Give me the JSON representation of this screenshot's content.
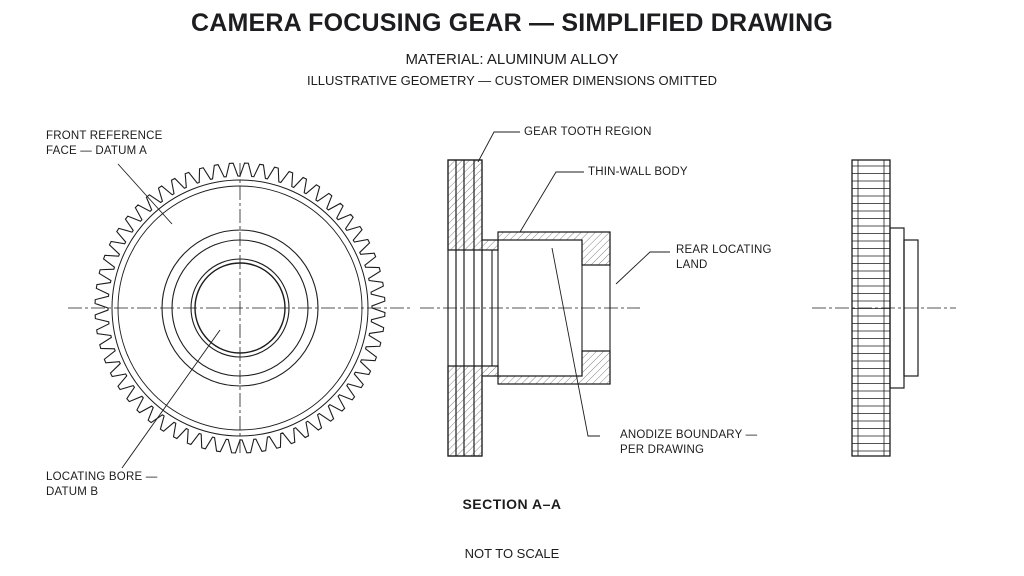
{
  "header": {
    "title": "CAMERA FOCUSING GEAR — SIMPLIFIED DRAWING",
    "material": "MATERIAL: ALUMINUM ALLOY",
    "note": "ILLUSTRATIVE GEOMETRY — CUSTOMER DIMENSIONS OMITTED"
  },
  "front_view": {
    "label_datum_a": {
      "line1": "FRONT REFERENCE",
      "line2": "FACE — DATUM A"
    },
    "label_datum_b": {
      "line1": "LOCATING BORE —",
      "line2": "DATUM B"
    },
    "tooth_count": 60
  },
  "section_view": {
    "label_tooth_region": "GEAR TOOTH REGION",
    "label_thin_wall": "THIN-WALL BODY",
    "label_rear_land": {
      "line1": "REAR LOCATING",
      "line2": "LAND"
    },
    "label_anodize": {
      "line1": "ANODIZE BOUNDARY —",
      "line2": "PER DRAWING"
    },
    "caption": "SECTION A–A"
  },
  "footer": {
    "scale_note": "NOT TO SCALE"
  },
  "colors": {
    "line": "#1d1d1f",
    "hatch": "#555555"
  }
}
